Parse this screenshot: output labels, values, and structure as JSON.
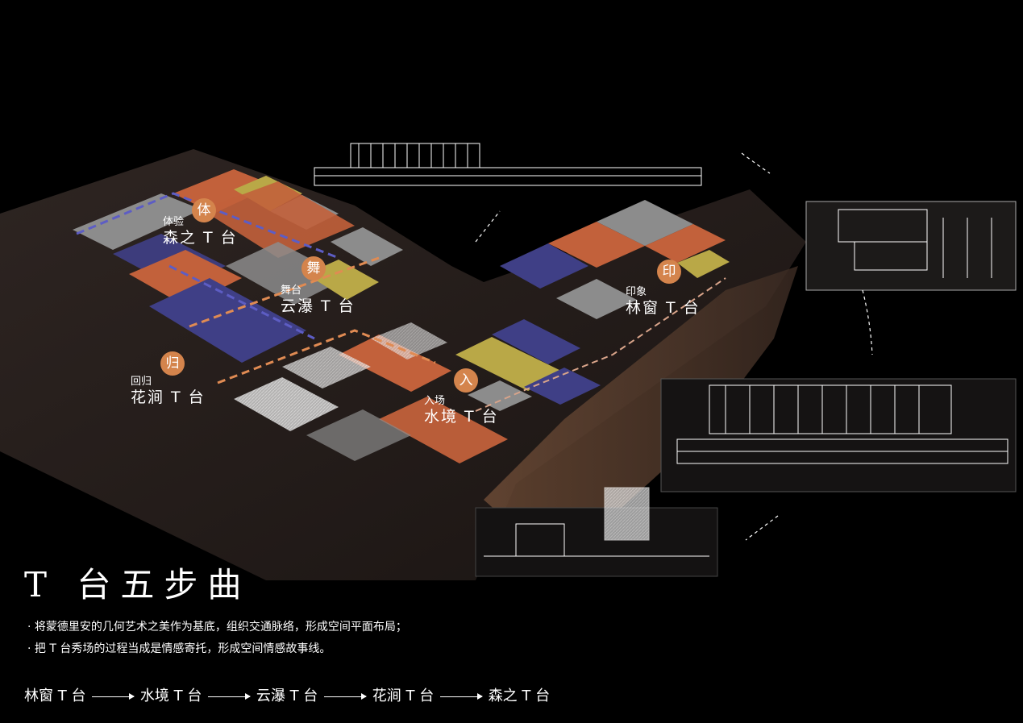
{
  "title": "T 台五步曲",
  "bullets": [
    "· 将蒙德里安的几何艺术之美作为基底，组织交通脉络，形成空间平面布局；",
    "· 把 T 台秀场的过程当成是情感寄托，形成空间情感故事线。"
  ],
  "flow": {
    "steps": [
      "林窗 T 台",
      "水境 T 台",
      "云瀑 T 台",
      "花涧 T 台",
      "森之 T 台"
    ]
  },
  "zones": [
    {
      "key": "sen",
      "badge": "体",
      "sub": "体验",
      "name": "森之 T 台"
    },
    {
      "key": "yun",
      "badge": "舞",
      "sub": "舞台",
      "name": "云瀑 T 台"
    },
    {
      "key": "lin",
      "badge": "印",
      "sub": "印象",
      "name": "林窗 T 台"
    },
    {
      "key": "hua",
      "badge": "归",
      "sub": "回归",
      "name": "花涧 T 台"
    },
    {
      "key": "shui",
      "badge": "入",
      "sub": "入场",
      "name": "水境 T 台"
    }
  ],
  "colors": {
    "background": "#000000",
    "terracotta": "#c2613b",
    "indigo": "#3f3f86",
    "olive": "#b9a847",
    "gray": "#8c8c8c",
    "badge": "#d4844c",
    "ground": "#2a201c"
  }
}
